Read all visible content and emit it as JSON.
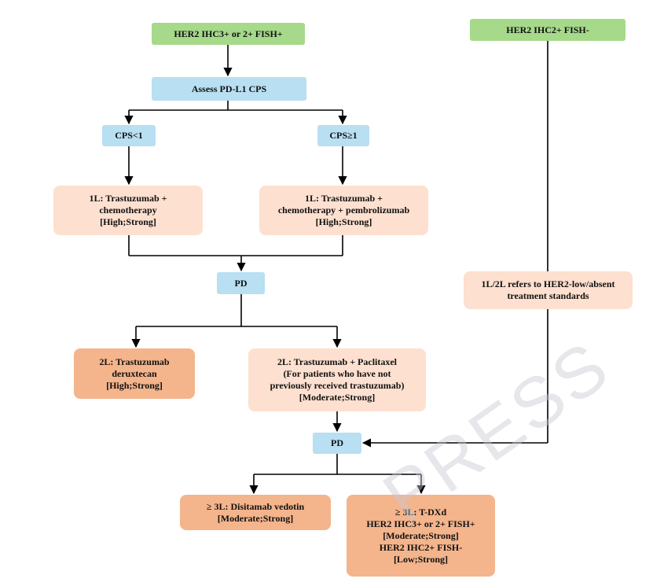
{
  "nodes": {
    "top_left": {
      "lines": [
        "HER2 IHC3+ or 2+ FISH+"
      ]
    },
    "top_right": {
      "lines": [
        "HER2 IHC2+ FISH-"
      ]
    },
    "assess": {
      "lines": [
        "Assess PD-L1 CPS"
      ]
    },
    "cps_lt": {
      "lines": [
        "CPS<1"
      ]
    },
    "cps_ge": {
      "lines": [
        "CPS≥1"
      ]
    },
    "first_line_left": {
      "lines": [
        "1L: Trastuzumab +",
        "chemotherapy",
        "[High;Strong]"
      ]
    },
    "first_line_right": {
      "lines": [
        "1L: Trastuzumab +",
        "chemotherapy + pembrolizumab",
        "[High;Strong]"
      ]
    },
    "pd_1": {
      "lines": [
        "PD"
      ]
    },
    "her2_low": {
      "lines": [
        "1L/2L refers to HER2-low/absent",
        "treatment standards"
      ]
    },
    "second_line_left": {
      "lines": [
        "2L: Trastuzumab",
        "deruxtecan",
        "[High;Strong]"
      ]
    },
    "second_line_right": {
      "lines": [
        "2L: Trastuzumab + Paclitaxel",
        "(For patients who have not",
        "previously received trastuzumab)",
        "[Moderate;Strong]"
      ]
    },
    "pd_2": {
      "lines": [
        "PD"
      ]
    },
    "third_line_left": {
      "lines": [
        "≥ 3L: Disitamab vedotin",
        "[Moderate;Strong]"
      ]
    },
    "third_line_right": {
      "lines": [
        "≥ 3L: T-DXd",
        "HER2 IHC3+ or 2+ FISH+",
        "[Moderate;Strong]",
        "HER2 IHC2+ FISH-",
        "[Low;Strong]"
      ]
    }
  },
  "watermark": {
    "text": "PRESS"
  },
  "colors": {
    "green": "#a6d98a",
    "blue": "#b8dff2",
    "peach": "#fde0cf",
    "orange": "#f4b48c",
    "line": "#000000"
  }
}
